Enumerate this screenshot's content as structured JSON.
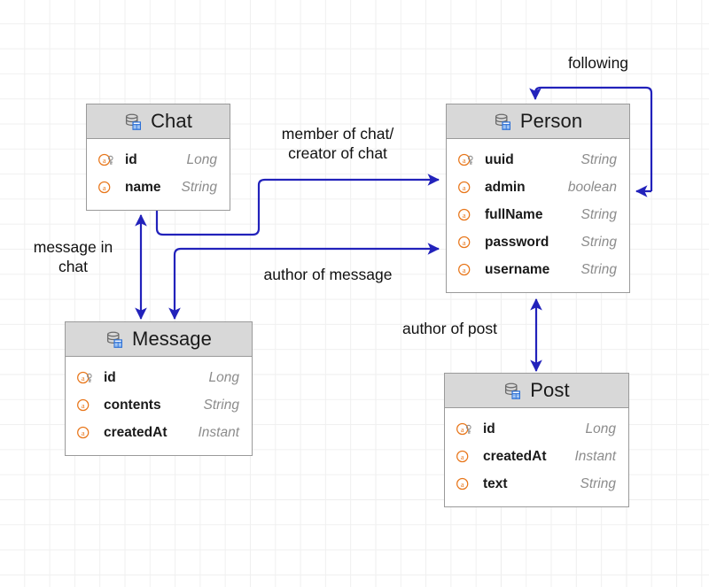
{
  "diagram": {
    "title": "Entity relationship diagram",
    "background": "#ffffff",
    "grid_minor_color": "#f0f0f0",
    "grid_major_color": "#dcdcdc",
    "edge_color": "#2222bb",
    "header_fill": "#d8d8d8",
    "border_color": "#9a9a9a",
    "pk_icon_color": "#e8761a",
    "type_text_color": "#8c8c8c"
  },
  "entities": [
    {
      "name": "Chat",
      "icon": "database-table-icon",
      "attributes": [
        {
          "name": "id",
          "type": "Long",
          "icon": "attribute-key-icon",
          "primary_key": true
        },
        {
          "name": "name",
          "type": "String",
          "icon": "attribute-icon",
          "primary_key": false
        }
      ]
    },
    {
      "name": "Person",
      "icon": "database-table-icon",
      "attributes": [
        {
          "name": "uuid",
          "type": "String",
          "icon": "attribute-key-icon",
          "primary_key": true
        },
        {
          "name": "admin",
          "type": "boolean",
          "icon": "attribute-icon",
          "primary_key": false
        },
        {
          "name": "fullName",
          "type": "String",
          "icon": "attribute-icon",
          "primary_key": false
        },
        {
          "name": "password",
          "type": "String",
          "icon": "attribute-icon",
          "primary_key": false
        },
        {
          "name": "username",
          "type": "String",
          "icon": "attribute-icon",
          "primary_key": false
        }
      ]
    },
    {
      "name": "Message",
      "icon": "database-table-icon",
      "attributes": [
        {
          "name": "id",
          "type": "Long",
          "icon": "attribute-key-icon",
          "primary_key": true
        },
        {
          "name": "contents",
          "type": "String",
          "icon": "attribute-icon",
          "primary_key": false
        },
        {
          "name": "createdAt",
          "type": "Instant",
          "icon": "attribute-icon",
          "primary_key": false
        }
      ]
    },
    {
      "name": "Post",
      "icon": "database-table-icon",
      "attributes": [
        {
          "name": "id",
          "type": "Long",
          "icon": "attribute-key-icon",
          "primary_key": true
        },
        {
          "name": "createdAt",
          "type": "Instant",
          "icon": "attribute-icon",
          "primary_key": false
        },
        {
          "name": "text",
          "type": "String",
          "icon": "attribute-icon",
          "primary_key": false
        }
      ]
    }
  ],
  "relationships": [
    {
      "label": "following",
      "from": "Person",
      "to": "Person"
    },
    {
      "label": "member of chat/\ncreator of chat",
      "from": "Chat",
      "to": "Person"
    },
    {
      "label": "message in\nchat",
      "from": "Message",
      "to": "Chat"
    },
    {
      "label": "author of message",
      "from": "Message",
      "to": "Person"
    },
    {
      "label": "author of post",
      "from": "Post",
      "to": "Person"
    }
  ]
}
